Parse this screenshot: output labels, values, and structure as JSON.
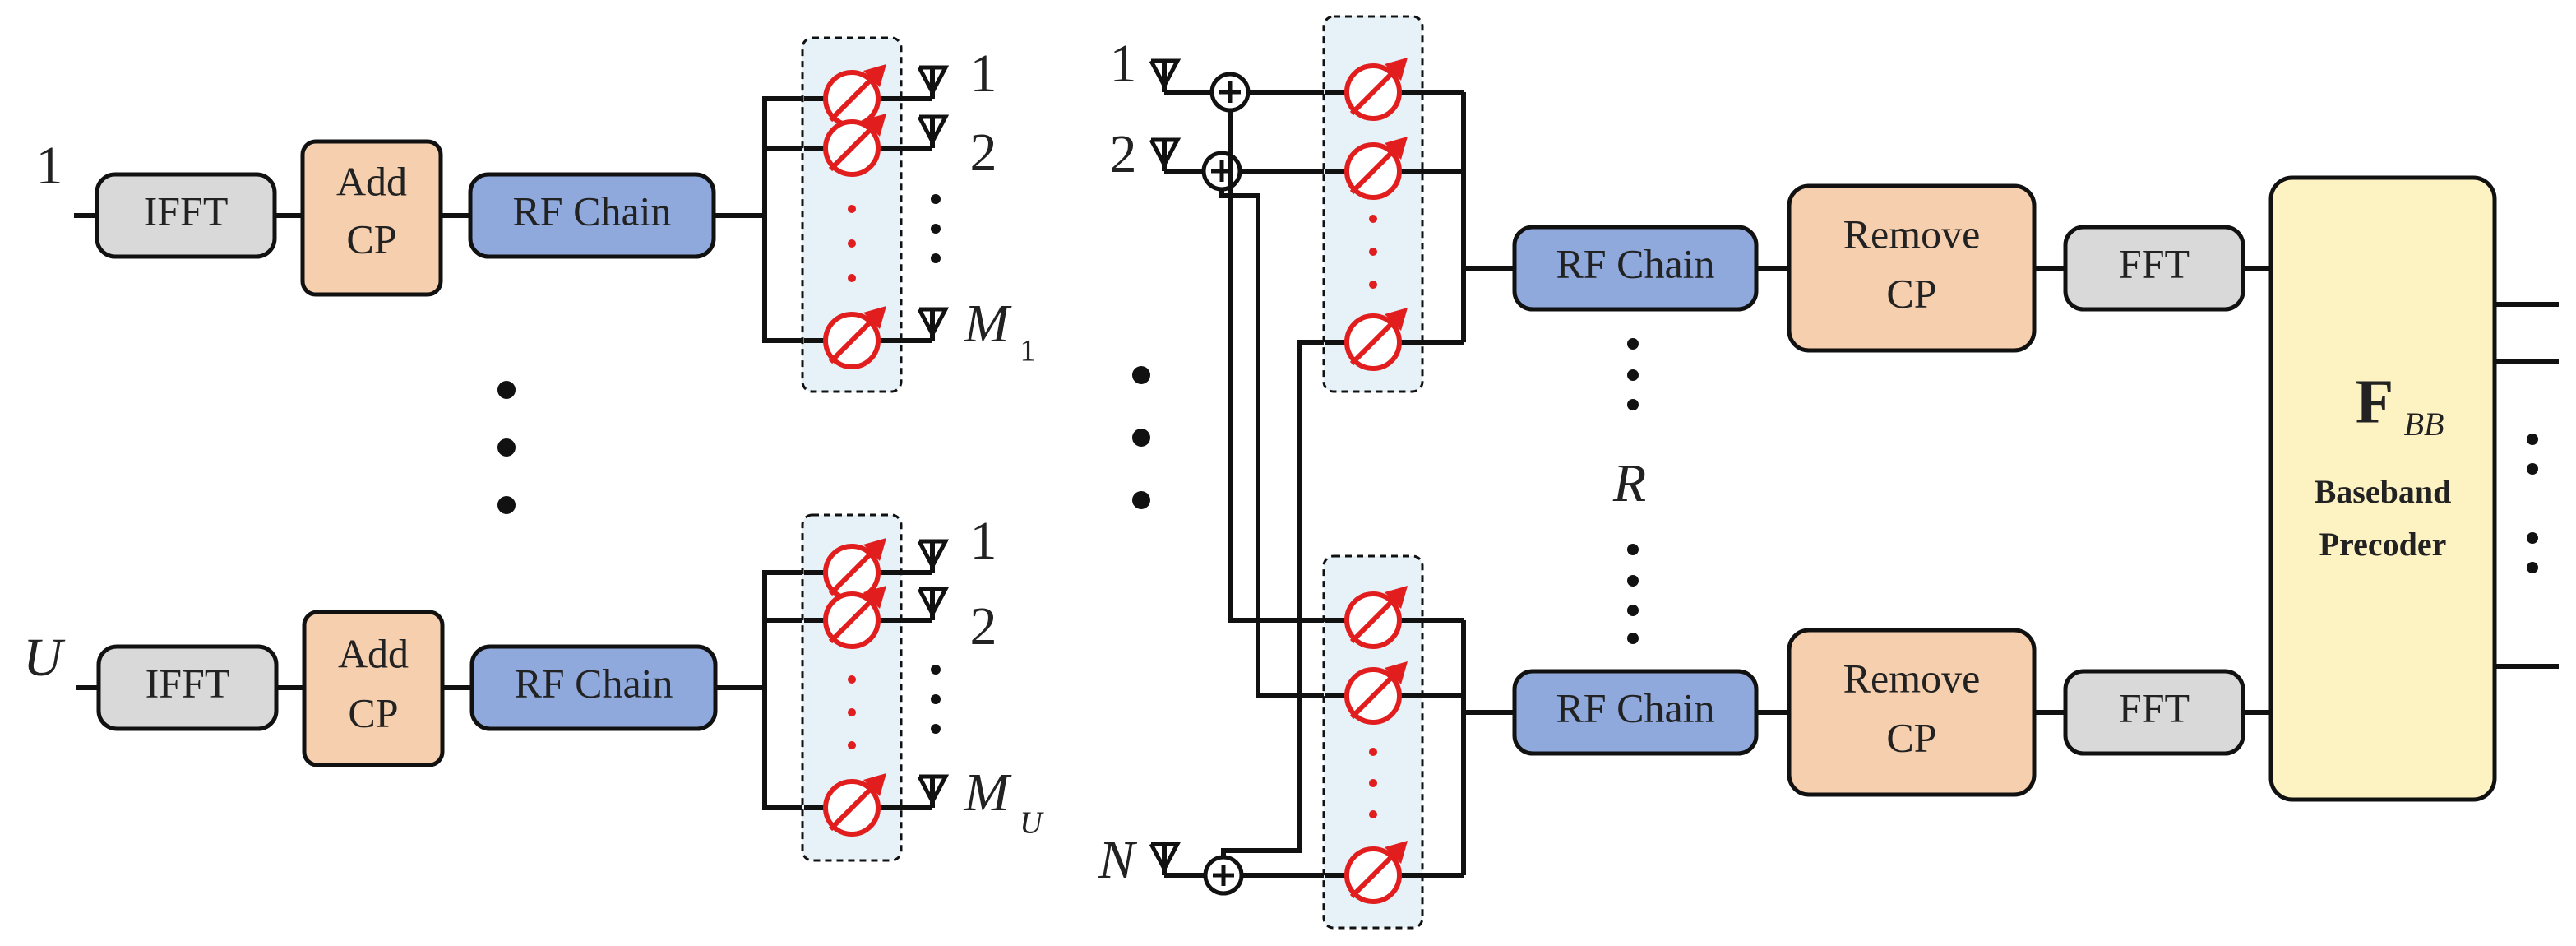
{
  "colors": {
    "ifft_fill": "#d9d9d9",
    "addcp_fill": "#f5cfae",
    "rfchain_fill": "#8fa9dc",
    "removecp_fill": "#f5cfae",
    "fft_fill": "#d9d9d9",
    "precoder_fill": "#fdf2c2",
    "phase_shifter_red": "#e11d1d",
    "phase_group_bg": "#e6f1f8"
  },
  "transmitter": {
    "user_first": "1",
    "user_last": "U",
    "ifft_label": "IFFT",
    "addcp_label_line1": "Add",
    "addcp_label_line2": "CP",
    "rfchain_label": "RF Chain",
    "antennas_top": [
      "1",
      "2",
      "M"
    ],
    "antennas_top_sub": "1",
    "antennas_bottom": [
      "1",
      "2",
      "M"
    ],
    "antennas_bottom_sub": "U"
  },
  "receiver": {
    "antenna_labels": [
      "1",
      "2",
      "N"
    ],
    "rfchain_label": "RF Chain",
    "rf_count_label": "R",
    "removecp_line1": "Remove",
    "removecp_line2": "CP",
    "fft_label": "FFT",
    "precoder_symbol": "F",
    "precoder_symbol_sub": "BB",
    "precoder_line1": "Baseband",
    "precoder_line2": "Precoder"
  },
  "icons": [
    "antenna-icon",
    "phase-shifter-icon",
    "adder-icon",
    "ellipsis-dots-icon"
  ]
}
